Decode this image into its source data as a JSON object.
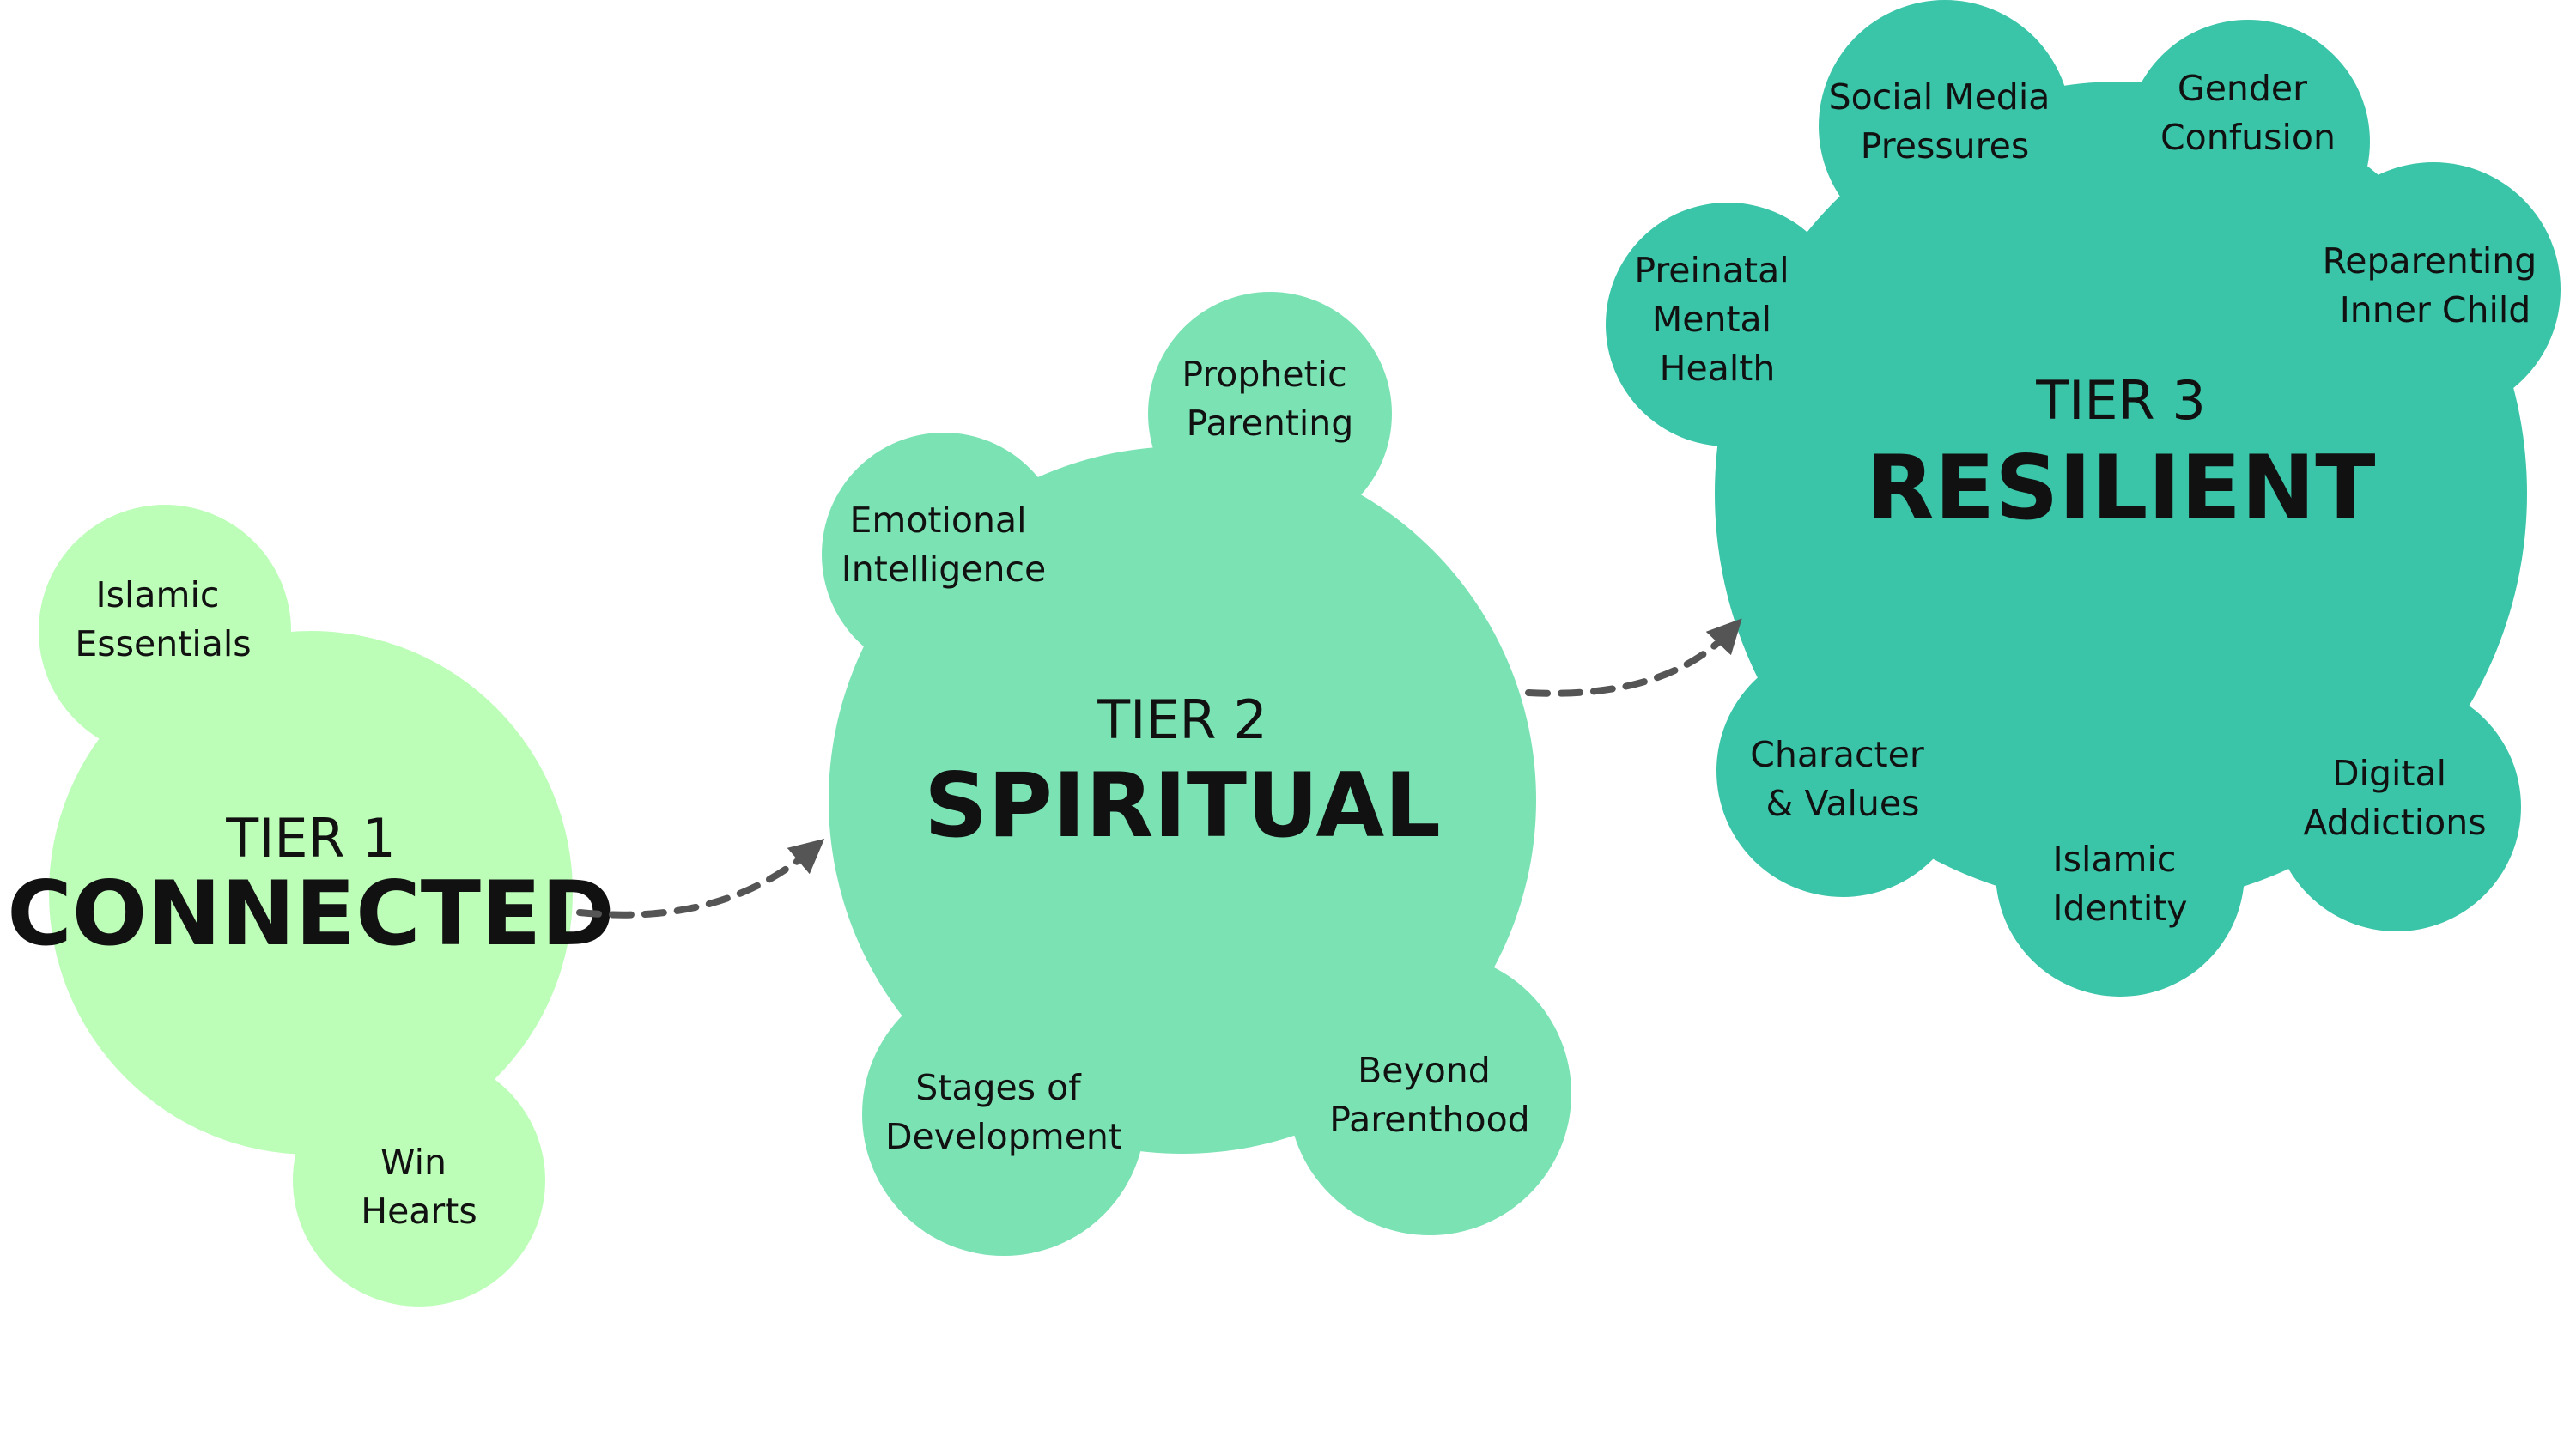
{
  "colors": {
    "tier1": "#bcfeb8",
    "tier2": "#7be2b4",
    "tier3": "#3ac4a8",
    "arrow": "#555555",
    "text": "#111111",
    "background": "#ffffff"
  },
  "tiers": [
    {
      "number": "TIER 1",
      "name": "CONNECTED",
      "topics": [
        {
          "line1": "Islamic",
          "line2": "Essentials"
        },
        {
          "line1": "Win",
          "line2": "Hearts"
        }
      ]
    },
    {
      "number": "TIER 2",
      "name": "SPIRITUAL",
      "topics": [
        {
          "line1": "Prophetic",
          "line2": "Parenting"
        },
        {
          "line1": "Emotional",
          "line2": "Intelligence"
        },
        {
          "line1": "Stages of",
          "line2": "Development"
        },
        {
          "line1": "Beyond",
          "line2": "Parenthood"
        }
      ]
    },
    {
      "number": "TIER 3",
      "name": "RESILIENT",
      "topics": [
        {
          "line1": "Social Media",
          "line2": "Pressures"
        },
        {
          "line1": "Gender",
          "line2": "Confusion"
        },
        {
          "line1": "Reparenting",
          "line2": "Inner Child"
        },
        {
          "line1": "Preinatal",
          "line2": "Mental",
          "line3": "Health"
        },
        {
          "line1": "Character",
          "line2": "& Values"
        },
        {
          "line1": "Islamic",
          "line2": "Identity"
        },
        {
          "line1": "Digital",
          "line2": "Addictions"
        }
      ]
    }
  ]
}
